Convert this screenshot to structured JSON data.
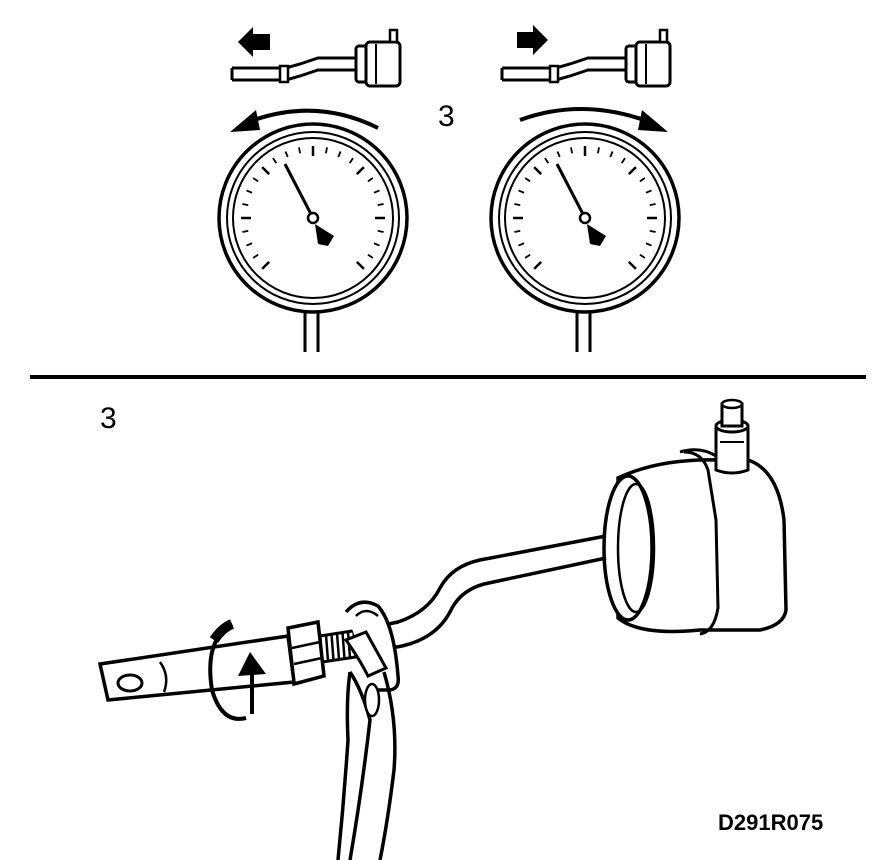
{
  "figure": {
    "callout_top": "3",
    "callout_bottom": "3",
    "figure_code": "D291R075",
    "ink_color": "#000000",
    "paper_color": "#ffffff"
  },
  "top_panel": {
    "left_gauge": {
      "arrow_direction": "left",
      "needle_direction": "counter-clockwise",
      "icon": "arrow-left-icon"
    },
    "right_gauge": {
      "arrow_direction": "right",
      "needle_direction": "clockwise",
      "icon": "arrow-right-icon"
    }
  },
  "bottom_panel": {
    "subject": "wastegate-actuator",
    "rotation_icon": "rotate-arrow-icon",
    "tool_icon": "wrench-icon"
  }
}
